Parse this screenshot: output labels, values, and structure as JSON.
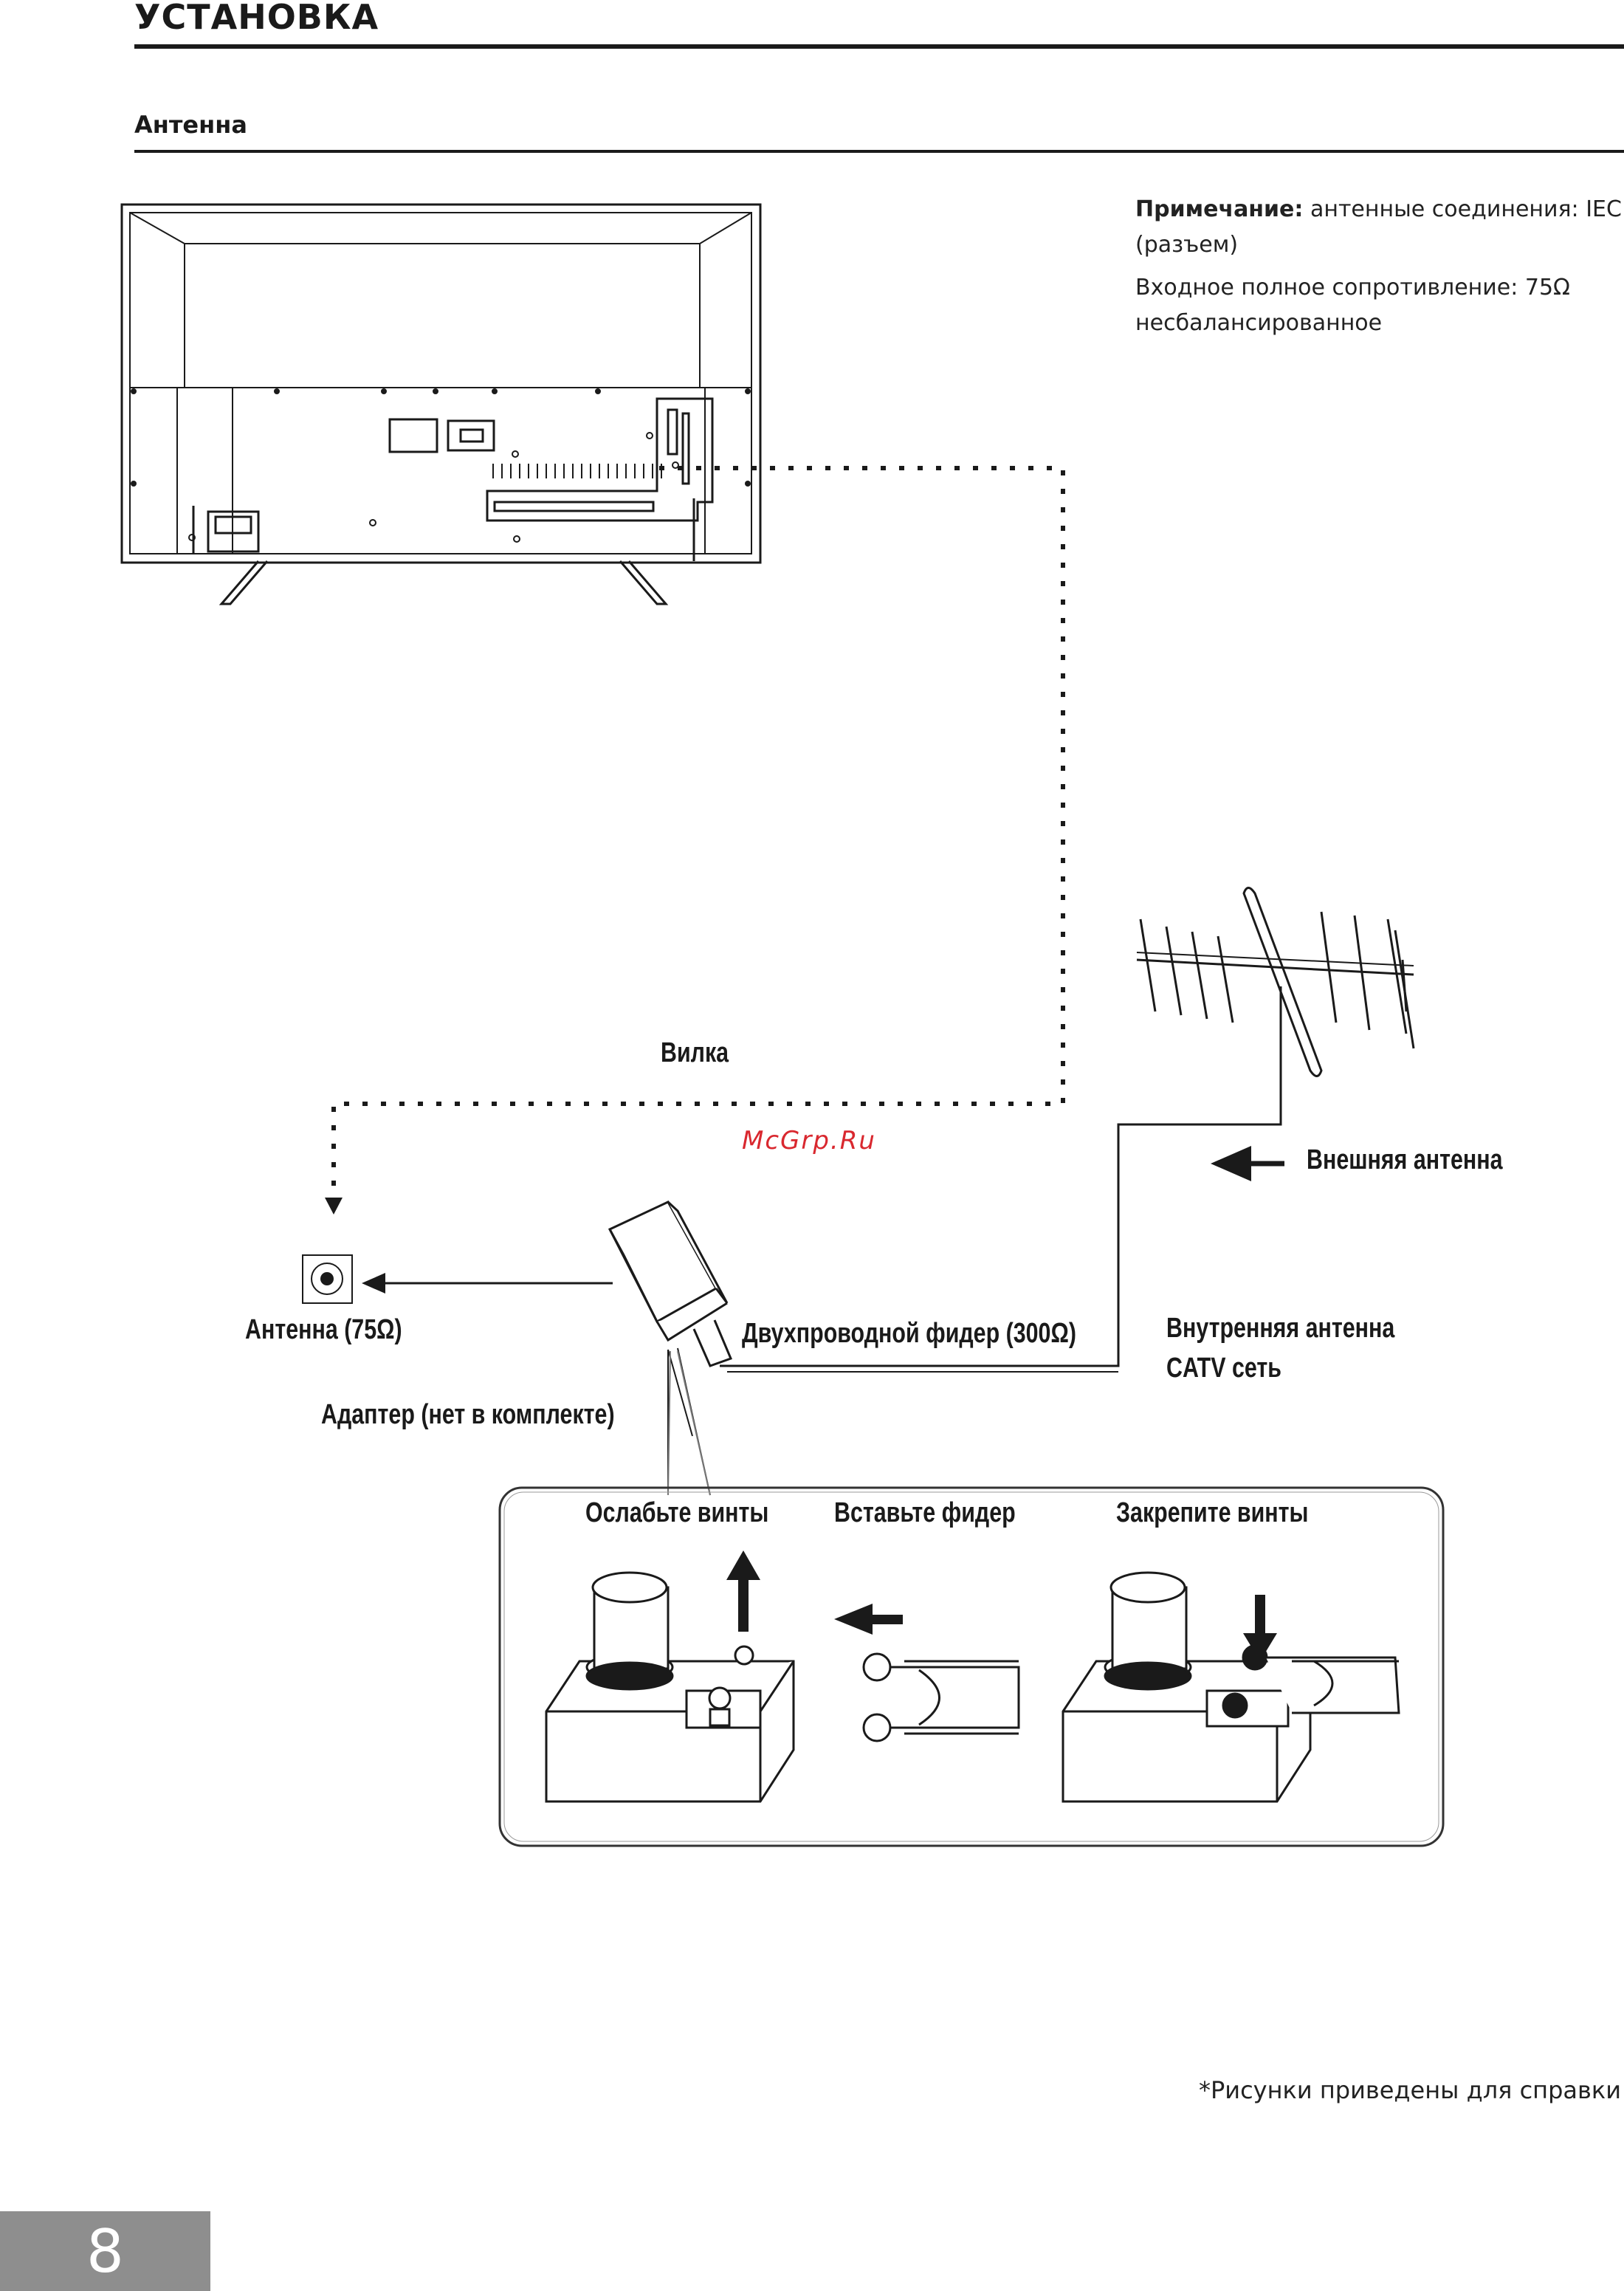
{
  "header": {
    "section_title": "УСТАНОВКА",
    "subsection_title": "Антенна"
  },
  "note": {
    "bold": "Примечание:",
    "line1": " антенные соединения: IEC (разъем)",
    "line2": "Входное полное сопротивление: 75Ω несбалансированное"
  },
  "labels": {
    "plug": "Вилка",
    "outdoor_antenna": "Внешняя антенна",
    "antenna_jack": "Антенна (75Ω)",
    "twin_lead": "Двухпроводной фидер (300Ω)",
    "indoor_antenna": "Внутренняя антенна",
    "catv": "CATV сеть",
    "adapter": "Адаптер (нет в комплекте)",
    "loosen": "Ослабьте винты",
    "insert": "Вставьте фидер",
    "tighten": "Закрепите винты"
  },
  "watermark": "McGrp.Ru",
  "footnote": "*Рисунки приведены для справки",
  "page_number": "8",
  "icons": [
    "tv-back-icon",
    "antenna-jack-icon",
    "outdoor-antenna-icon",
    "balun-adapter-icon",
    "terminal-icon",
    "twin-lead-icon",
    "arrow-icon"
  ]
}
